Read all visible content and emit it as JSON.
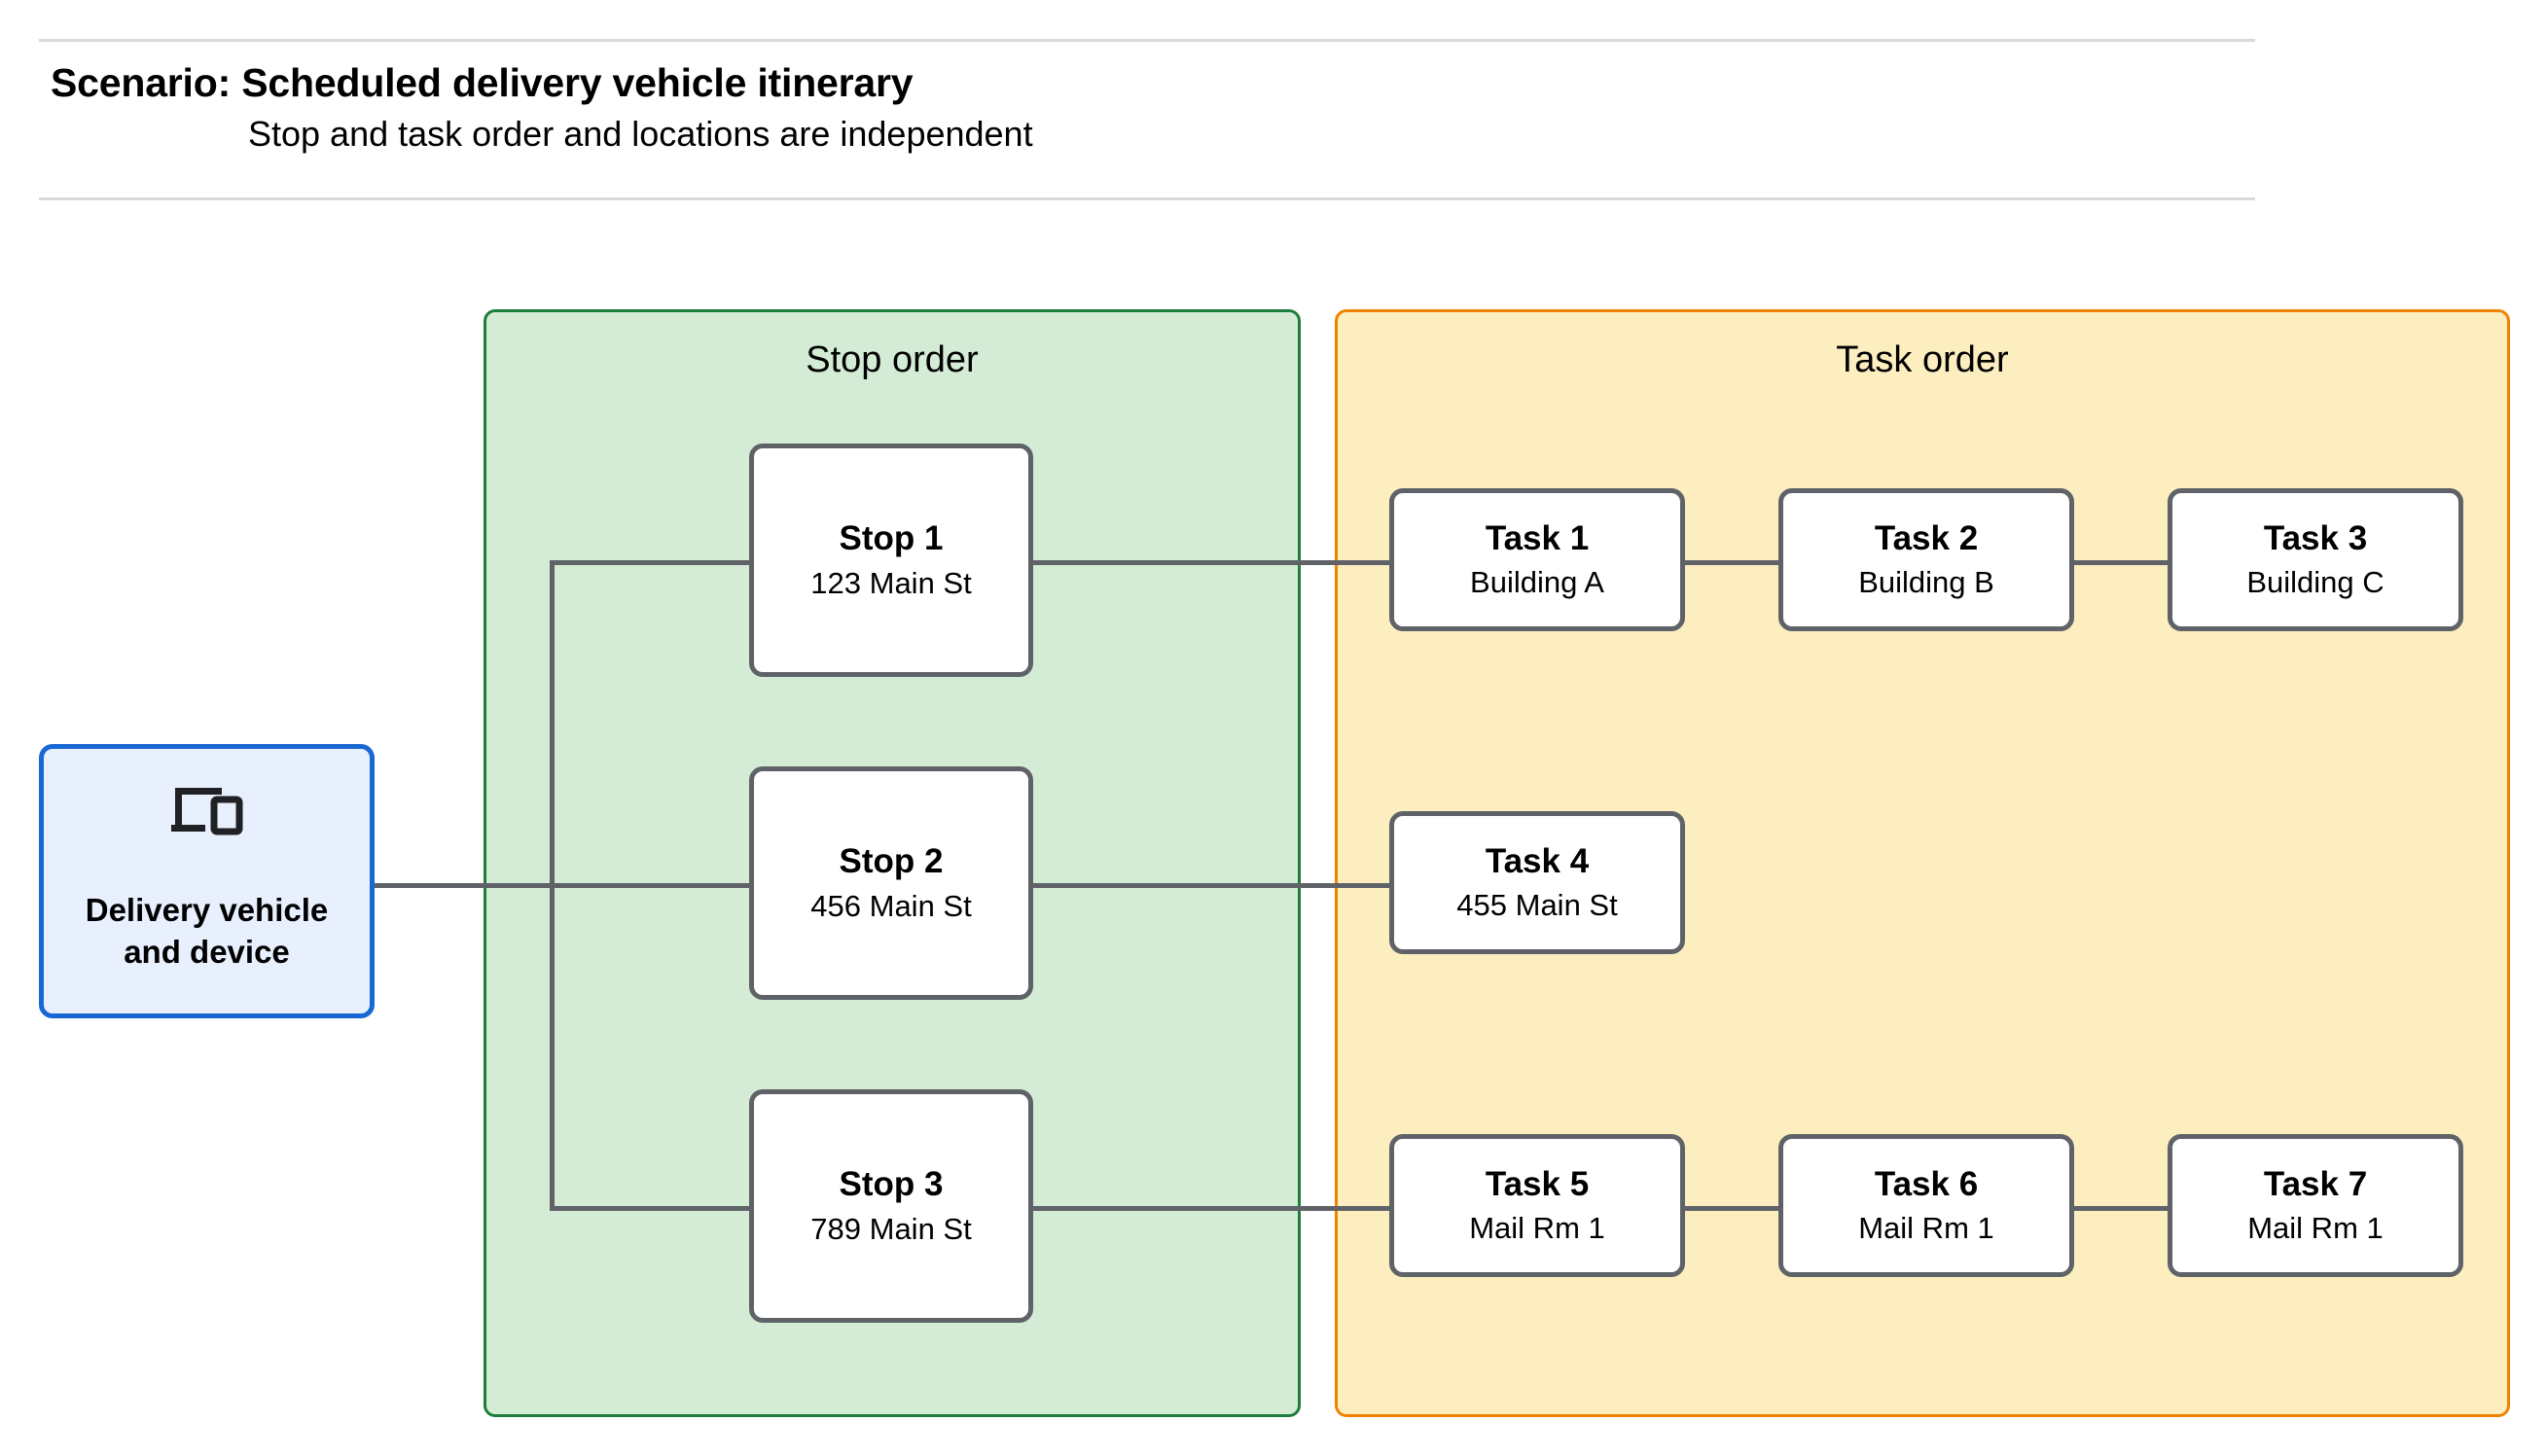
{
  "header": {
    "title": "Scenario: Scheduled delivery vehicle itinerary",
    "subtitle": "Stop and task order and locations are independent"
  },
  "vehicle": {
    "icon": "devices-icon",
    "label": "Delivery vehicle\nand device"
  },
  "stop_panel": {
    "title": "Stop order",
    "fill_color": "#d4ecd5",
    "border_color": "#1e7d3c",
    "stops": [
      {
        "title": "Stop 1",
        "address": "123 Main St"
      },
      {
        "title": "Stop 2",
        "address": "456 Main St"
      },
      {
        "title": "Stop 3",
        "address": "789 Main St"
      }
    ]
  },
  "task_panel": {
    "title": "Task order",
    "fill_color": "#fdeec0",
    "border_color": "#ef8300",
    "rows": [
      [
        {
          "title": "Task 1",
          "location": "Building A"
        },
        {
          "title": "Task 2",
          "location": "Building B"
        },
        {
          "title": "Task 3",
          "location": "Building C"
        }
      ],
      [
        {
          "title": "Task 4",
          "location": "455 Main St"
        }
      ],
      [
        {
          "title": "Task 5",
          "location": "Mail Rm 1"
        },
        {
          "title": "Task 6",
          "location": "Mail Rm 1"
        },
        {
          "title": "Task 7",
          "location": "Mail Rm 1"
        }
      ]
    ]
  },
  "colors": {
    "connector": "#5f6368",
    "vehicle_border": "#1967d2",
    "vehicle_fill": "#e8f0fe",
    "rule": "#d9d9d9"
  }
}
